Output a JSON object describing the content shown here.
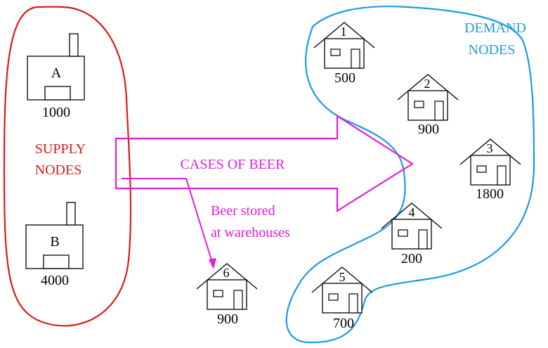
{
  "supply": {
    "label_line1": "SUPPLY",
    "label_line2": "NODES",
    "nodes": [
      {
        "letter": "A",
        "amount": "1000"
      },
      {
        "letter": "B",
        "amount": "4000"
      }
    ]
  },
  "demand": {
    "label_line1": "DEMAND",
    "label_line2": "NODES",
    "nodes": [
      {
        "id": "1",
        "amount": "500"
      },
      {
        "id": "2",
        "amount": "900"
      },
      {
        "id": "3",
        "amount": "1800"
      },
      {
        "id": "4",
        "amount": "200"
      },
      {
        "id": "5",
        "amount": "700"
      }
    ]
  },
  "warehouse": {
    "id": "6",
    "amount": "900",
    "note_line1": "Beer stored",
    "note_line2": "at warehouses"
  },
  "flow": {
    "label": "CASES OF BEER"
  },
  "colors": {
    "supply": "#dd1a1a",
    "demand": "#1e9be0",
    "flow": "#e020d8",
    "ink": "#000000"
  }
}
